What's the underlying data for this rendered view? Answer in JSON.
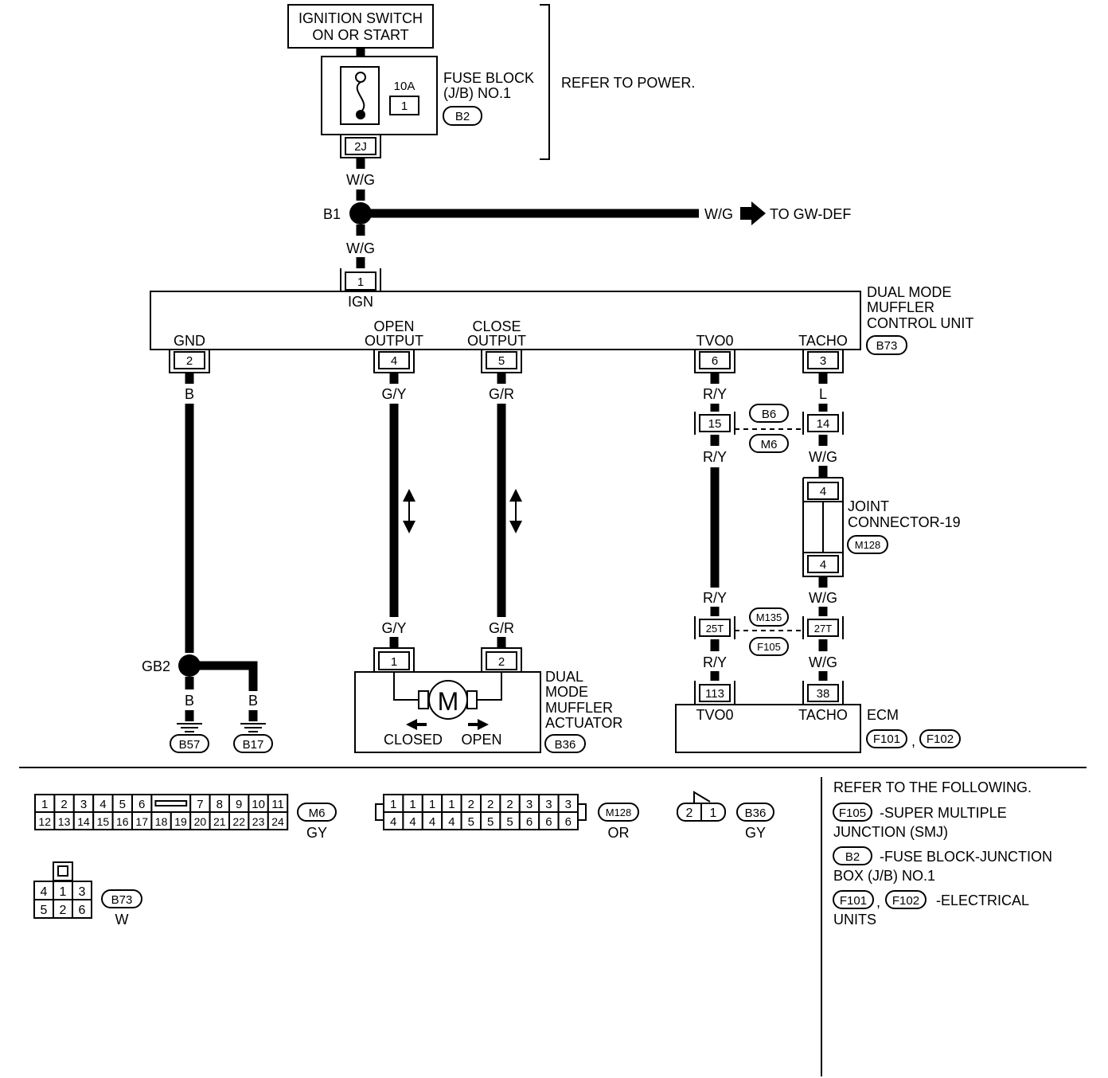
{
  "ignition": {
    "line1": "IGNITION SWITCH",
    "line2": "ON OR START"
  },
  "fuse_block": {
    "line1": "FUSE BLOCK",
    "line2": "(J/B) NO.1",
    "conn": "B2",
    "amp": "10A",
    "fuse_no": "1",
    "terminal": "2J"
  },
  "refer_power": "REFER TO POWER.",
  "wire_wg1": "W/G",
  "splice_b1": "B1",
  "wire_wg_right": "W/G",
  "to_gw_def": "TO GW-DEF",
  "wire_wg2": "W/G",
  "control_unit": {
    "line1": "DUAL MODE",
    "line2": "MUFFLER",
    "line3": "CONTROL UNIT",
    "conn": "B73",
    "ign_term": "1",
    "ign_label": "IGN",
    "gnd_label": "GND",
    "gnd_term": "2",
    "open_l1": "OPEN",
    "open_l2": "OUTPUT",
    "open_term": "4",
    "close_l1": "CLOSE",
    "close_l2": "OUTPUT",
    "close_term": "5",
    "tvo_label": "TVO0",
    "tvo_term": "6",
    "tacho_label": "TACHO",
    "tacho_term": "3"
  },
  "wires": {
    "gnd_b": "B",
    "open_gy": "G/Y",
    "close_gr": "G/R",
    "tvo_ry": "R/Y",
    "tacho_l": "L",
    "tvo_ry2": "R/Y",
    "tacho_wg": "W/G",
    "tvo_ry3": "R/Y",
    "tacho_wg2": "W/G",
    "tvo_ry4": "R/Y",
    "tacho_wg3": "W/G",
    "open_gy2": "G/Y",
    "close_gr2": "G/R",
    "gb2_b1": "B",
    "gb2_b2": "B"
  },
  "inline_conn1": {
    "left_term": "15",
    "right_term": "14",
    "top": "B6",
    "bottom": "M6"
  },
  "joint_connector": {
    "line1": "JOINT",
    "line2": "CONNECTOR-19",
    "conn": "M128",
    "term_top": "4",
    "term_bottom": "4"
  },
  "inline_conn2": {
    "left_term": "25T",
    "right_term": "27T",
    "top": "M135",
    "bottom": "F105"
  },
  "ecm": {
    "label": "ECM",
    "conn1": "F101",
    "sep": ",",
    "conn2": "F102",
    "tvo_term": "113",
    "tvo_label": "TVO0",
    "tacho_term": "38",
    "tacho_label": "TACHO"
  },
  "ground": {
    "splice": "GB2",
    "g1": "B57",
    "g2": "B17"
  },
  "actuator": {
    "line1": "DUAL",
    "line2": "MODE",
    "line3": "MUFFLER",
    "line4": "ACTUATOR",
    "conn": "B36",
    "term1": "1",
    "term2": "2",
    "motor": "M",
    "closed": "CLOSED",
    "open": "OPEN"
  },
  "connectors": {
    "m6": {
      "id": "M6",
      "color": "GY",
      "top": [
        "1",
        "2",
        "3",
        "4",
        "5",
        "6",
        "7",
        "8",
        "9",
        "10",
        "11"
      ],
      "bottom": [
        "12",
        "13",
        "14",
        "15",
        "16",
        "17",
        "18",
        "19",
        "20",
        "21",
        "22",
        "23",
        "24"
      ]
    },
    "m128": {
      "id": "M128",
      "color": "OR",
      "top": [
        "1",
        "1",
        "1",
        "1",
        "2",
        "2",
        "2",
        "3",
        "3",
        "3"
      ],
      "bottom": [
        "4",
        "4",
        "4",
        "4",
        "5",
        "5",
        "5",
        "6",
        "6",
        "6"
      ]
    },
    "b36": {
      "id": "B36",
      "color": "GY",
      "pins": [
        "2",
        "1"
      ]
    },
    "b73": {
      "id": "B73",
      "color": "W",
      "top": [
        "4",
        "1",
        "3"
      ],
      "bottom": [
        "5",
        "2",
        "6"
      ]
    }
  },
  "refer": {
    "heading": "REFER TO THE FOLLOWING.",
    "r1_conn": "F105",
    "r1_l1": "-SUPER MULTIPLE",
    "r1_l2": "JUNCTION (SMJ)",
    "r2_conn": "B2",
    "r2_l1": "-FUSE BLOCK-JUNCTION",
    "r2_l2": "BOX (J/B) NO.1",
    "r3_conn1": "F101",
    "r3_sep": ",",
    "r3_conn2": "F102",
    "r3_l1": "-ELECTRICAL",
    "r3_l2": "UNITS"
  }
}
